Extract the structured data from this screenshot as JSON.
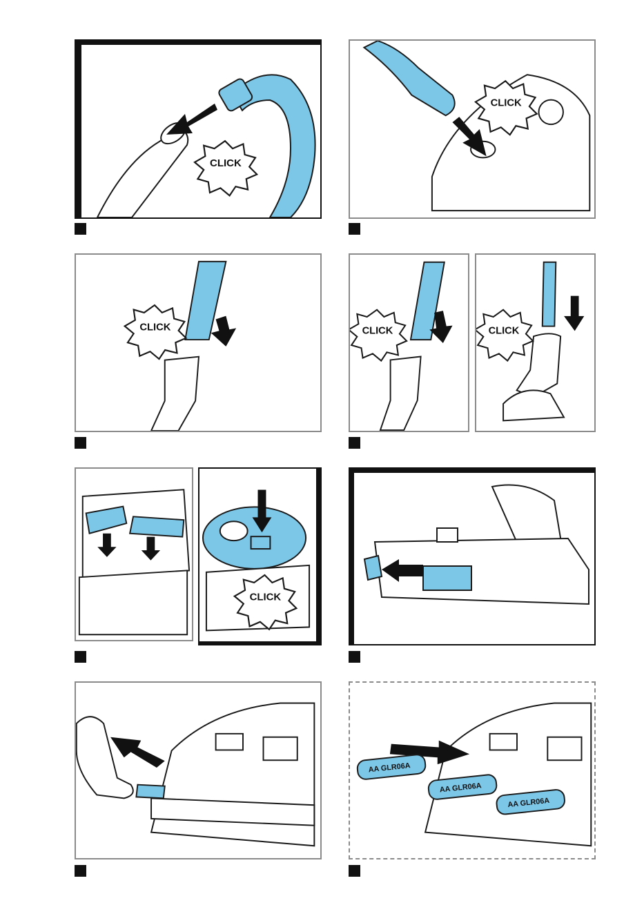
{
  "steps": [
    {
      "number": "",
      "badge": "click"
    },
    {
      "number": "",
      "badge": "click"
    },
    {
      "number": "",
      "badge": "click"
    },
    {
      "number": "",
      "badge": "click"
    },
    {
      "number": "",
      "badge": "click"
    },
    {
      "number": "",
      "badge": ""
    },
    {
      "number": "",
      "badge": ""
    },
    {
      "number": "",
      "badge": ""
    }
  ],
  "click_text": "CLICK",
  "battery_text": "AA GLR06A",
  "colors": {
    "accent": "#7cc6e8",
    "ink": "#111111",
    "frame": "#8a8a8a"
  }
}
